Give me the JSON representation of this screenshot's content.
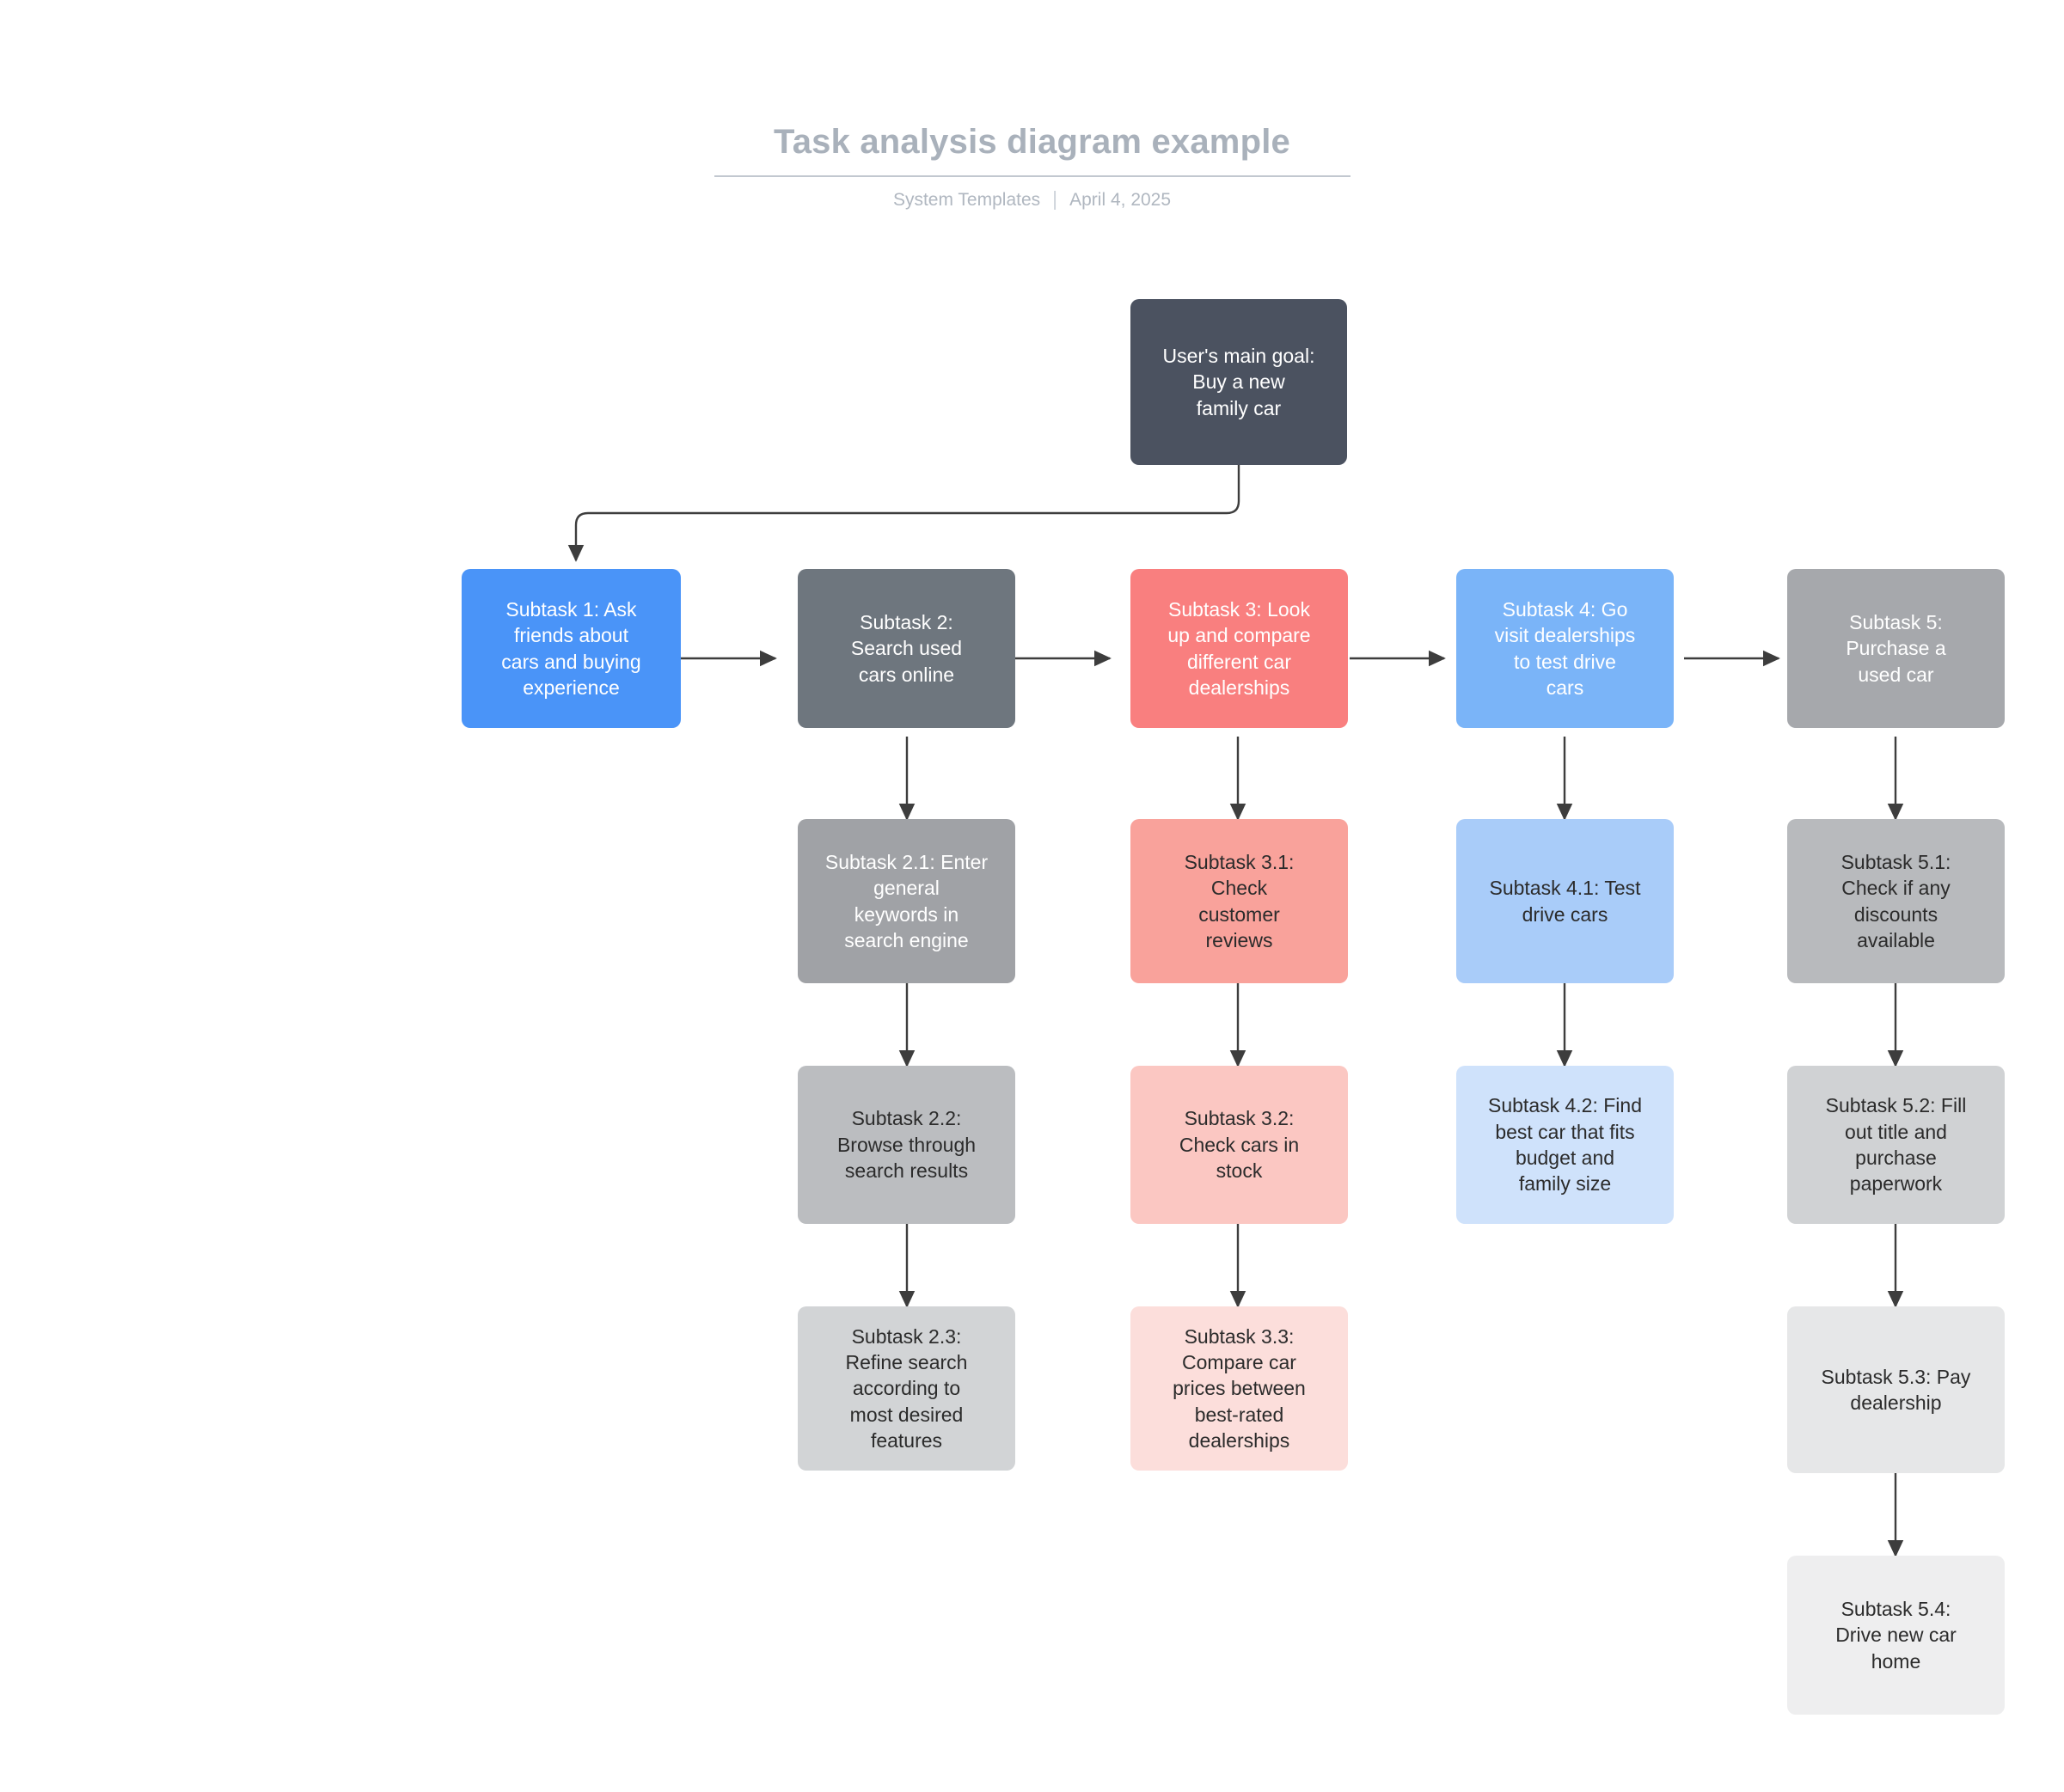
{
  "header": {
    "title": "Task analysis diagram example",
    "author": "System Templates",
    "separator": "|",
    "date": "April 4, 2025"
  },
  "diagram": {
    "type": "task-analysis-hierarchy",
    "root": {
      "id": "goal",
      "label": "User's main goal:\nBuy a new\nfamily car",
      "color": "#4b5260",
      "text_color": "#ffffff"
    },
    "columns": [
      {
        "id": "col1",
        "accent": "#4a94f8",
        "nodes": [
          {
            "id": "s1",
            "label": "Subtask 1: Ask\nfriends about\ncars and buying\nexperience",
            "color": "#4a94f8",
            "text_color": "#ffffff"
          }
        ]
      },
      {
        "id": "col2",
        "accent": "#6e767e",
        "nodes": [
          {
            "id": "s2",
            "label": "Subtask 2:\nSearch used\ncars online",
            "color": "#6e767e",
            "text_color": "#ffffff"
          },
          {
            "id": "s2_1",
            "label": "Subtask 2.1: Enter\ngeneral\nkeywords in\nsearch engine",
            "color": "#a0a2a6",
            "text_color": "#ffffff"
          },
          {
            "id": "s2_2",
            "label": "Subtask 2.2:\nBrowse through\nsearch results",
            "color": "#bbbdc0",
            "text_color": "#2b2b2b"
          },
          {
            "id": "s2_3",
            "label": "Subtask 2.3:\nRefine search\naccording to\nmost desired\nfeatures",
            "color": "#d2d4d6",
            "text_color": "#2b2b2b"
          }
        ]
      },
      {
        "id": "col3",
        "accent": "#f97f7f",
        "nodes": [
          {
            "id": "s3",
            "label": "Subtask 3: Look\nup and compare\ndifferent car\ndealerships",
            "color": "#f97f7f",
            "text_color": "#ffffff"
          },
          {
            "id": "s3_1",
            "label": "Subtask 3.1:\nCheck\ncustomer\nreviews",
            "color": "#f9a29b",
            "text_color": "#2b2b2b"
          },
          {
            "id": "s3_2",
            "label": "Subtask 3.2:\nCheck cars in\nstock",
            "color": "#fbc7c2",
            "text_color": "#2b2b2b"
          },
          {
            "id": "s3_3",
            "label": "Subtask 3.3:\nCompare car\nprices between\nbest-rated\ndealerships",
            "color": "#fcdedb",
            "text_color": "#2b2b2b"
          }
        ]
      },
      {
        "id": "col4",
        "accent": "#7ab4f8",
        "nodes": [
          {
            "id": "s4",
            "label": "Subtask 4: Go\nvisit dealerships\nto test drive\ncars",
            "color": "#7ab4f8",
            "text_color": "#ffffff"
          },
          {
            "id": "s4_1",
            "label": "Subtask 4.1: Test\ndrive cars",
            "color": "#a9ccf9",
            "text_color": "#2b2b2b"
          },
          {
            "id": "s4_2",
            "label": "Subtask 4.2: Find\nbest car that fits\nbudget and\nfamily size",
            "color": "#cfe2fb",
            "text_color": "#2b2b2b"
          }
        ]
      },
      {
        "id": "col5",
        "accent": "#a6a8ac",
        "nodes": [
          {
            "id": "s5",
            "label": "Subtask 5:\nPurchase a\nused car",
            "color": "#a6a8ac",
            "text_color": "#ffffff"
          },
          {
            "id": "s5_1",
            "label": "Subtask 5.1:\nCheck if any\ndiscounts\navailable",
            "color": "#b8babd",
            "text_color": "#2b2b2b"
          },
          {
            "id": "s5_2",
            "label": "Subtask 5.2: Fill\nout title and\npurchase\npaperwork",
            "color": "#d0d2d4",
            "text_color": "#2b2b2b"
          },
          {
            "id": "s5_3",
            "label": "Subtask 5.3: Pay\ndealership",
            "color": "#e6e7e8",
            "text_color": "#2b2b2b"
          },
          {
            "id": "s5_4",
            "label": "Subtask 5.4:\nDrive new car\nhome",
            "color": "#eeeeef",
            "text_color": "#2b2b2b"
          }
        ]
      }
    ],
    "connector_color": "#3d3d3d"
  }
}
